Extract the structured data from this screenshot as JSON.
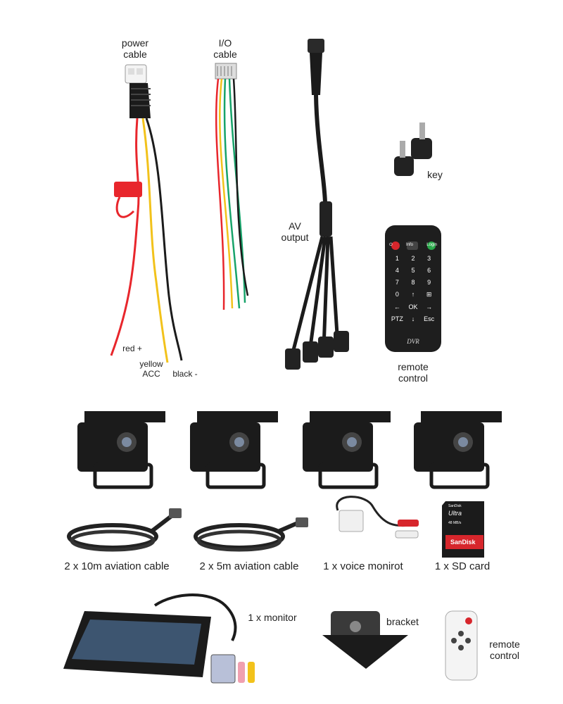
{
  "labels": {
    "power_cable": [
      "power",
      "cable"
    ],
    "io_cable": [
      "I/O",
      "cable"
    ],
    "av_output": [
      "AV",
      "output"
    ],
    "key": "key",
    "remote_control_top": [
      "remote",
      "control"
    ],
    "red": "red +",
    "yellow_acc": [
      "yellow",
      "ACC"
    ],
    "black": "black -",
    "aviation_10m": "2 x 10m aviation cable",
    "aviation_5m": "2 x 5m aviation cable",
    "voice_monitor": "1 x voice monirot",
    "sd_card": "1 x SD card",
    "monitor": "1 x monitor",
    "bracket": "bracket",
    "remote_control_bottom": [
      "remote",
      "control"
    ]
  },
  "remote_keys": {
    "row1": [
      "⏻",
      "Info",
      "Login"
    ],
    "numbers": [
      "1",
      "2",
      "3",
      "4",
      "5",
      "6",
      "7",
      "8",
      "9",
      "0",
      "↑",
      "⊞"
    ],
    "nav": [
      "←",
      "OK",
      "→"
    ],
    "bottom": [
      "PTZ",
      "↓",
      "Esc"
    ],
    "brand": "DVR"
  },
  "sd_card_text": {
    "brand_small": "SanDisk",
    "line": "Ultra",
    "capacity": "48 MB/s",
    "logo": "SanDisk"
  },
  "colors": {
    "red_wire": "#e8262c",
    "yellow_wire": "#f2c21b",
    "green_wire": "#17a36a",
    "black_part": "#1b1b1b",
    "remote_red": "#d7262c",
    "remote_green": "#2aa84a"
  }
}
